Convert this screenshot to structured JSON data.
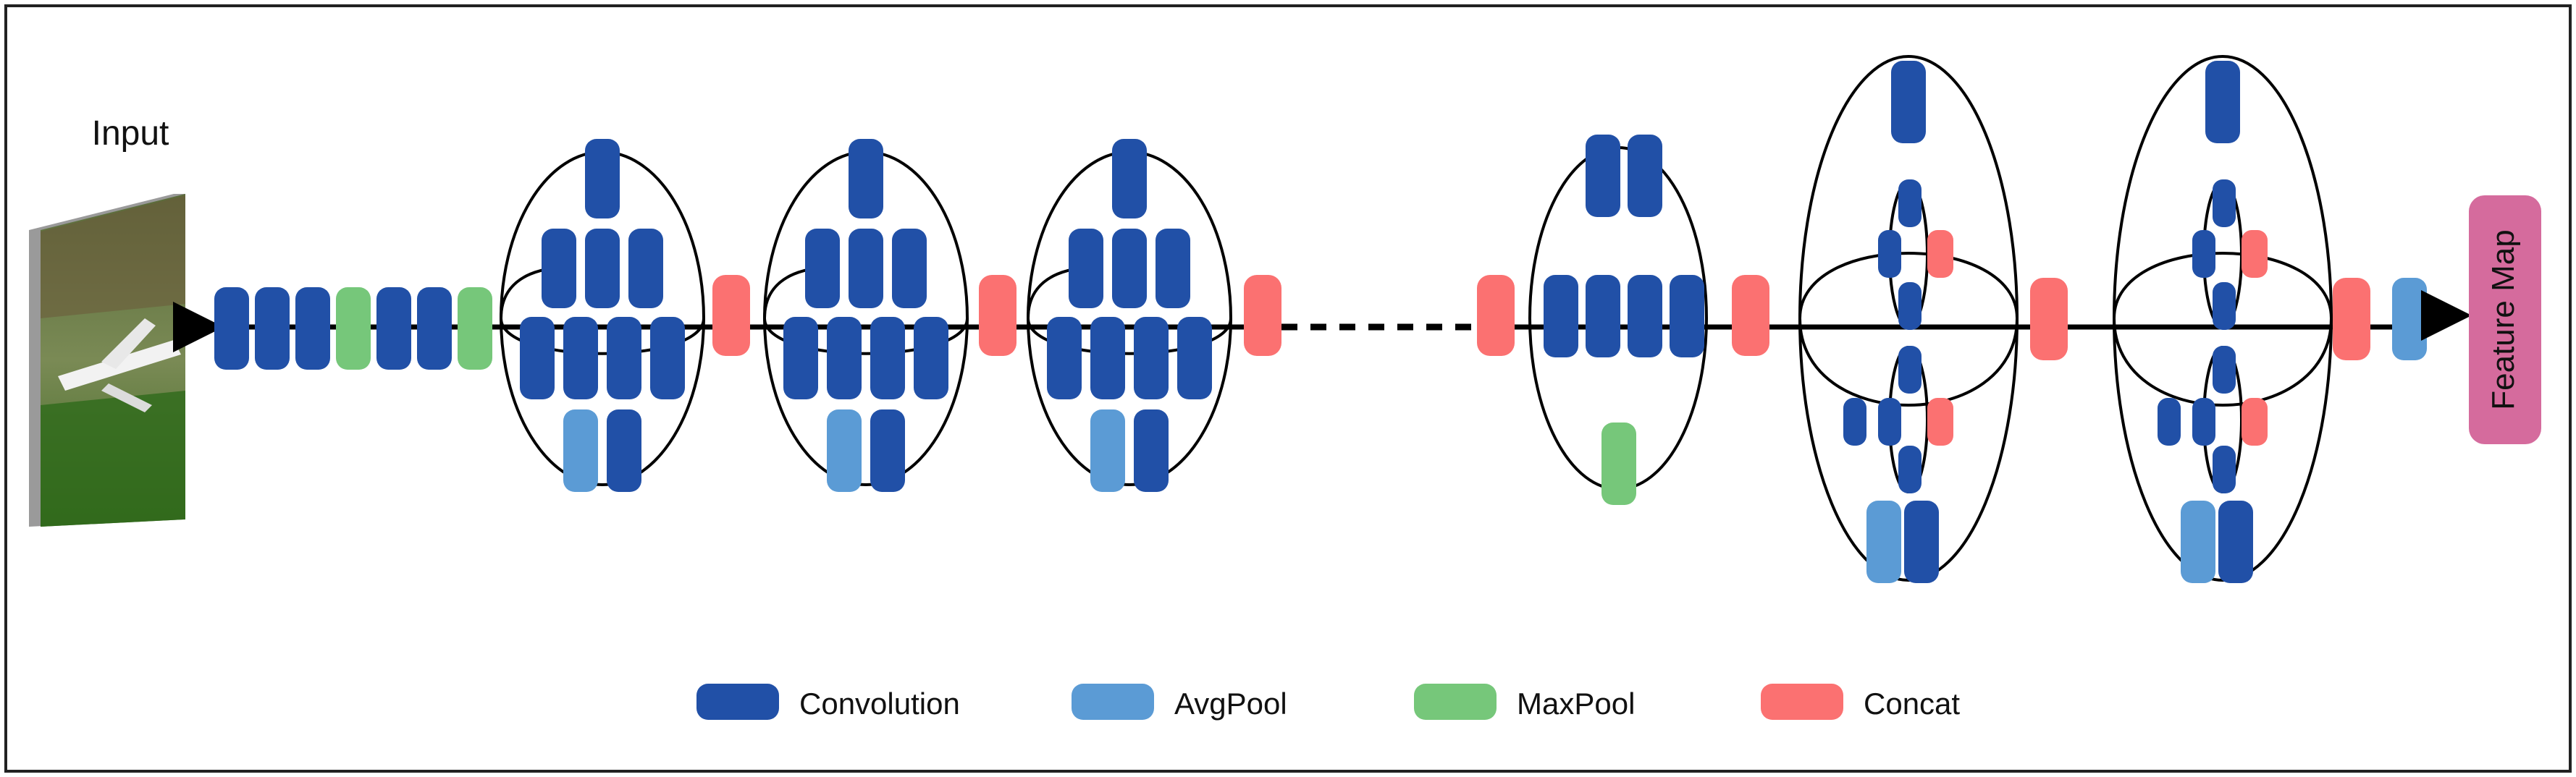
{
  "labels": {
    "input": "Input",
    "output": "Feature Map"
  },
  "legend": [
    {
      "key": "conv",
      "label": "Convolution",
      "color": "#2150a7"
    },
    {
      "key": "avg",
      "label": "AvgPool",
      "color": "#5b9bd5"
    },
    {
      "key": "max",
      "label": "MaxPool",
      "color": "#76c77a"
    },
    {
      "key": "cat",
      "label": "Concat",
      "color": "#fb7171"
    }
  ],
  "colors": {
    "conv": "#2150a7",
    "avg": "#5b9bd5",
    "max": "#76c77a",
    "cat": "#fb7171",
    "feature_map": "#d56b9d",
    "line": "#000000"
  },
  "stem_sequence": [
    "conv",
    "conv",
    "conv",
    "max",
    "conv",
    "conv",
    "max"
  ],
  "modules": [
    {
      "name": "inception-a",
      "count": 3,
      "blocks": {
        "top": [
          "conv"
        ],
        "mid_upper": [
          "conv",
          "conv",
          "conv"
        ],
        "mid_lower": [
          "conv",
          "conv",
          "conv",
          "conv"
        ],
        "bottom": [
          "avg",
          "conv"
        ]
      }
    },
    {
      "name": "reduction",
      "count": 1,
      "blocks": {
        "top": [
          "conv",
          "conv"
        ],
        "middle": [
          "conv",
          "conv",
          "conv",
          "conv"
        ],
        "bottom": [
          "max"
        ]
      }
    },
    {
      "name": "inception-c",
      "count": 2,
      "blocks": {
        "top": [
          "conv"
        ],
        "upper_branch": [
          "conv",
          "conv",
          "cat",
          "conv"
        ],
        "lower_branch": [
          "conv",
          "conv",
          "conv",
          "cat",
          "conv"
        ],
        "bottom": [
          "avg",
          "conv"
        ]
      }
    }
  ],
  "tail_sequence": [
    "cat",
    "avg"
  ],
  "icons": [
    "input-image",
    "arrow-icon",
    "dashed-connector"
  ]
}
